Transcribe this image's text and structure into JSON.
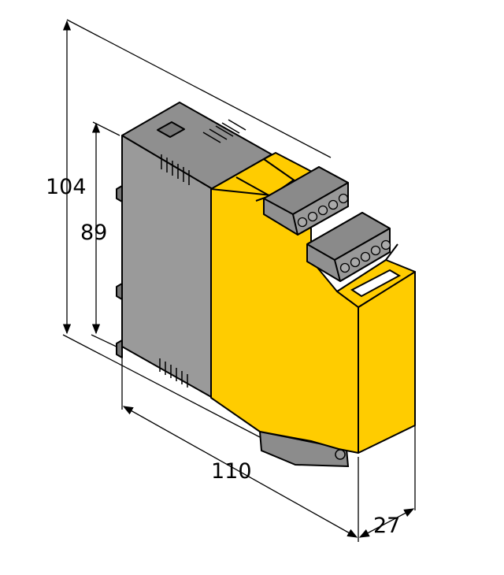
{
  "dimensions": {
    "height_total": "104",
    "height_body": "89",
    "depth": "110",
    "width": "27"
  },
  "colors": {
    "housing_yellow": "#FFCC00",
    "housing_gray": "#999999",
    "terminal_gray": "#8C8C8C",
    "outline": "#000000"
  }
}
